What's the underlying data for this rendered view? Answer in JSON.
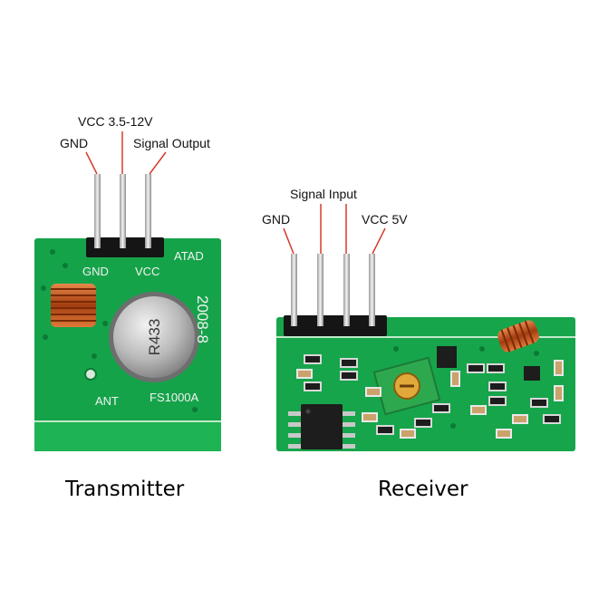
{
  "transmitter": {
    "caption": "Transmitter",
    "pin_labels": {
      "gnd": "GND",
      "vcc": "VCC 3.5-12V",
      "signal": "Signal Output"
    },
    "silkscreen": {
      "gnd": "GND",
      "vcc": "VCC",
      "data": "ATAD",
      "date": "2008-8",
      "model": "FS1000A",
      "ant": "ANT"
    },
    "crystal_marking": "R433"
  },
  "receiver": {
    "caption": "Receiver",
    "pin_labels": {
      "gnd": "GND",
      "signal": "Signal Input",
      "vcc": "VCC 5V"
    }
  },
  "colors": {
    "pcb_green": "#15a34a",
    "pcb_dark": "#0c7a35",
    "leader_red": "#d43a2a",
    "coil_copper": "#c2561c",
    "pot_green": "#2ea84f"
  }
}
